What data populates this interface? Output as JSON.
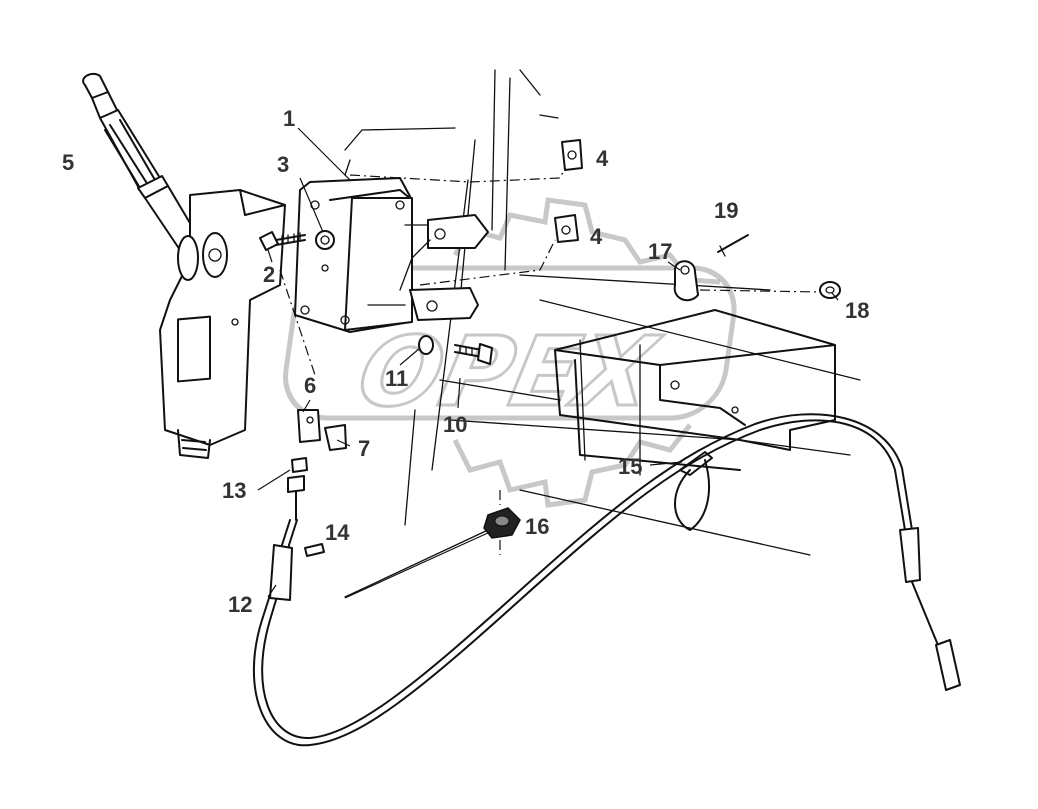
{
  "diagram": {
    "watermark": "OPEX",
    "callouts": [
      {
        "id": "1",
        "text": "1"
      },
      {
        "id": "2",
        "text": "2"
      },
      {
        "id": "3",
        "text": "3"
      },
      {
        "id": "4a",
        "text": "4"
      },
      {
        "id": "4b",
        "text": "4"
      },
      {
        "id": "5",
        "text": "5"
      },
      {
        "id": "6",
        "text": "6"
      },
      {
        "id": "7",
        "text": "7"
      },
      {
        "id": "10",
        "text": "10"
      },
      {
        "id": "11",
        "text": "11"
      },
      {
        "id": "12",
        "text": "12"
      },
      {
        "id": "13",
        "text": "13"
      },
      {
        "id": "14",
        "text": "14"
      },
      {
        "id": "15",
        "text": "15"
      },
      {
        "id": "16",
        "text": "16"
      },
      {
        "id": "17",
        "text": "17"
      },
      {
        "id": "18",
        "text": "18"
      },
      {
        "id": "19",
        "text": "19"
      }
    ]
  }
}
